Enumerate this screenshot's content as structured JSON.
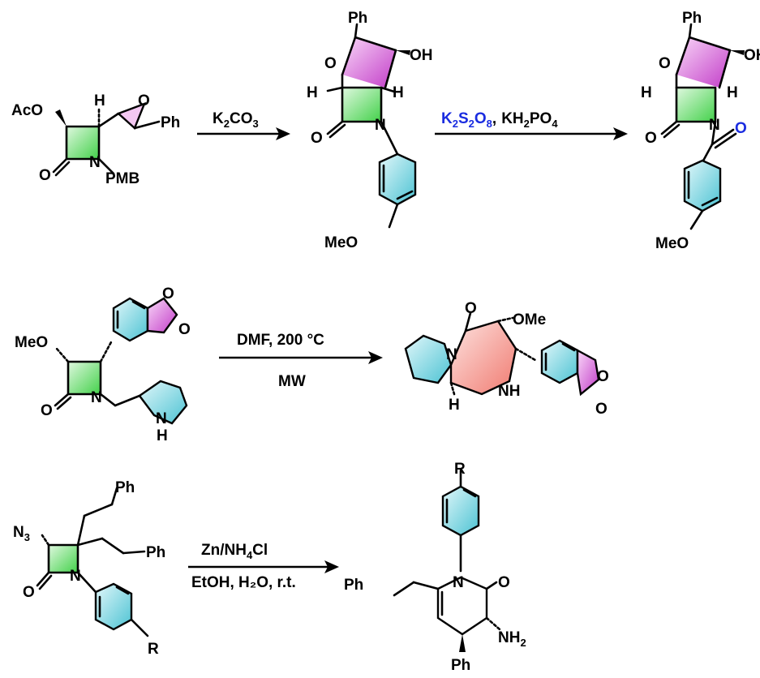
{
  "colors": {
    "green": "#43d14a",
    "magenta": "#c23cc8",
    "cyan": "#4cc3d3",
    "salmon": "#f07a70",
    "blue_label": "#1a2ce0",
    "red_o": "#e01010",
    "blue_o": "#1a2ce0"
  },
  "row1": {
    "sm": {
      "aco": "AcO",
      "h": "H",
      "o_epox": "O",
      "ph": "Ph",
      "n": "N",
      "o": "O",
      "pmb": "PMB"
    },
    "arrow1": {
      "reagent_main": "K",
      "reagent_sub1": "2",
      "reagent_mid": "CO",
      "reagent_sub2": "3"
    },
    "p1": {
      "ph": "Ph",
      "oh": "OH",
      "o_ring": "O",
      "h_left": "H",
      "h_right": "H",
      "o": "O",
      "n": "N",
      "meo": "MeO"
    },
    "arrow2": {
      "k": "K",
      "k_sub": "2",
      "s": "S",
      "s_sub": "2",
      "o": "O",
      "o_sub": "8",
      "sep": ",",
      "kh": "KH",
      "kh_sub": "2",
      "po": "PO",
      "po_sub": "4"
    },
    "p2": {
      "ph": "Ph",
      "oh": "OH",
      "o_ring": "O",
      "h_left": "H",
      "h_right": "H",
      "o": "O",
      "n": "N",
      "o_carbonyl": "O",
      "meo": "MeO"
    }
  },
  "row2": {
    "sm": {
      "meo": "MeO",
      "o": "O",
      "n": "N",
      "nh_n": "N",
      "nh_h": "H",
      "o1": "O",
      "o2": "O"
    },
    "arrow": {
      "top": "DMF,  200 °C",
      "bottom": "MW"
    },
    "p": {
      "o": "O",
      "ome": "OMe",
      "n": "N",
      "nh": "NH",
      "h": "H",
      "o1": "O",
      "o2": "O"
    }
  },
  "row3": {
    "sm": {
      "n3": "N",
      "n3_sub": "3",
      "ph1": "Ph",
      "ph2": "Ph",
      "o": "O",
      "n": "N",
      "r": "R"
    },
    "arrow": {
      "top_a": "Zn/NH",
      "top_sub": "4",
      "top_b": "Cl",
      "bottom": "EtOH, H₂O, r.t."
    },
    "p": {
      "r": "R",
      "ph_left": "Ph",
      "n": "N",
      "o": "O",
      "nh2": "NH",
      "nh2_sub": "2",
      "ph": "Ph"
    }
  }
}
